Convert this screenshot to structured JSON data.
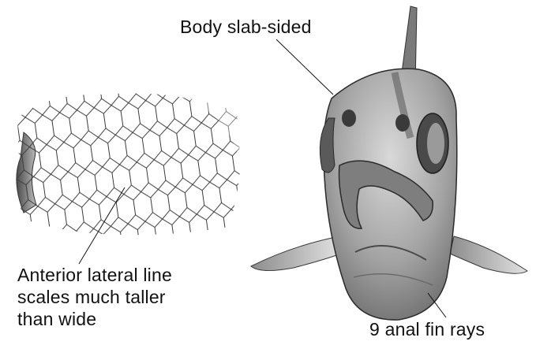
{
  "labels": {
    "body": "Body slab-sided",
    "anterior": [
      "Anterior lateral line",
      "scales much taller",
      "than wide"
    ],
    "anal": "9 anal fin rays"
  },
  "colors": {
    "ink": "#1a1a1a",
    "shade": "#6f6f6f",
    "light": "#c9c9c9"
  }
}
